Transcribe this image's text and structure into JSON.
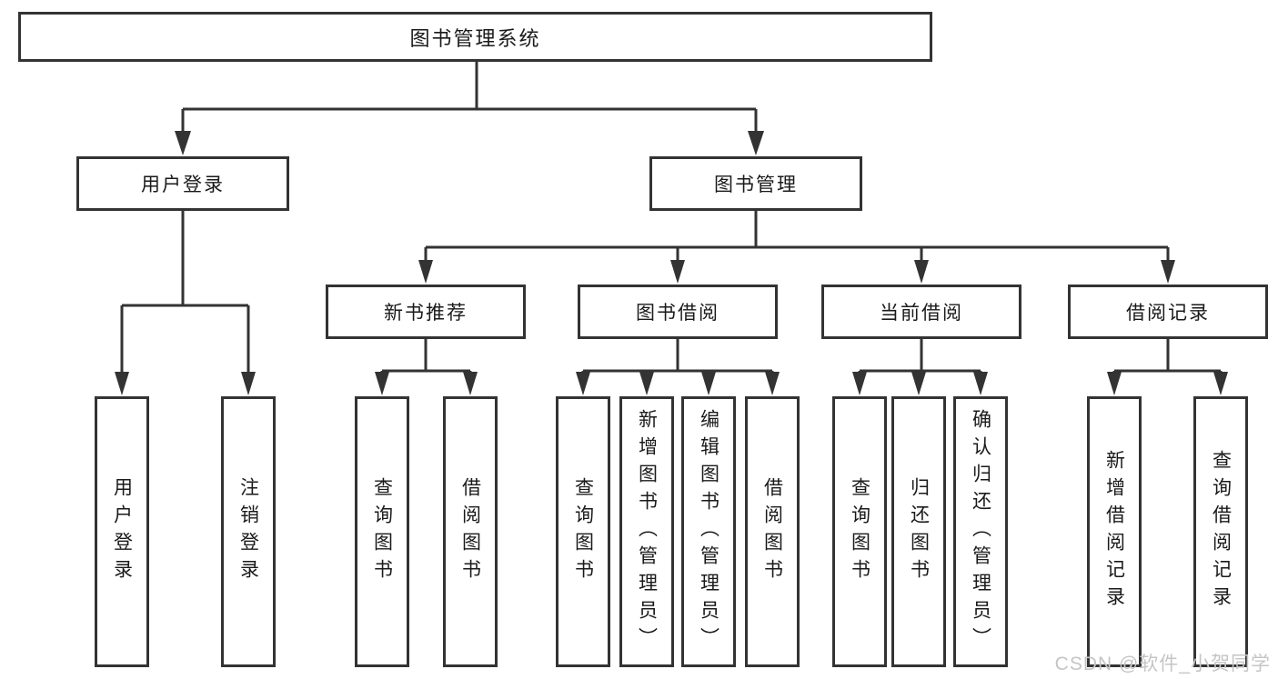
{
  "title": "图书管理系统",
  "tree": {
    "root": "图书管理系统",
    "branches": {
      "user_login": "用户登录",
      "book_mgmt": "图书管理"
    },
    "modules": {
      "new_book_rec": "新书推荐",
      "book_borrow": "图书借阅",
      "current_borrow": "当前借阅",
      "borrow_record": "借阅记录"
    },
    "leaves": {
      "login": "用户登录",
      "logout": "注销登录",
      "rec_query_book": "查询图书",
      "rec_borrow_book": "借阅图书",
      "bor_query_book": "查询图书",
      "bor_add_book": "新增图书（管理员）",
      "bor_edit_book": "编辑图书（管理员）",
      "bor_borrow_book": "借阅图书",
      "cur_query_book": "查询图书",
      "cur_return_book": "归还图书",
      "cur_confirm_return": "确认归还（管理员）",
      "rcd_add_record": "新增借阅记录",
      "rcd_query_record": "查询借阅记录"
    }
  },
  "watermark": "CSDN @软件_小贺同学",
  "colors": {
    "line": "#333333",
    "box_border": "#333333",
    "text": "#1a1a1a",
    "background": "#ffffff",
    "watermark": "#c5c5c5"
  }
}
